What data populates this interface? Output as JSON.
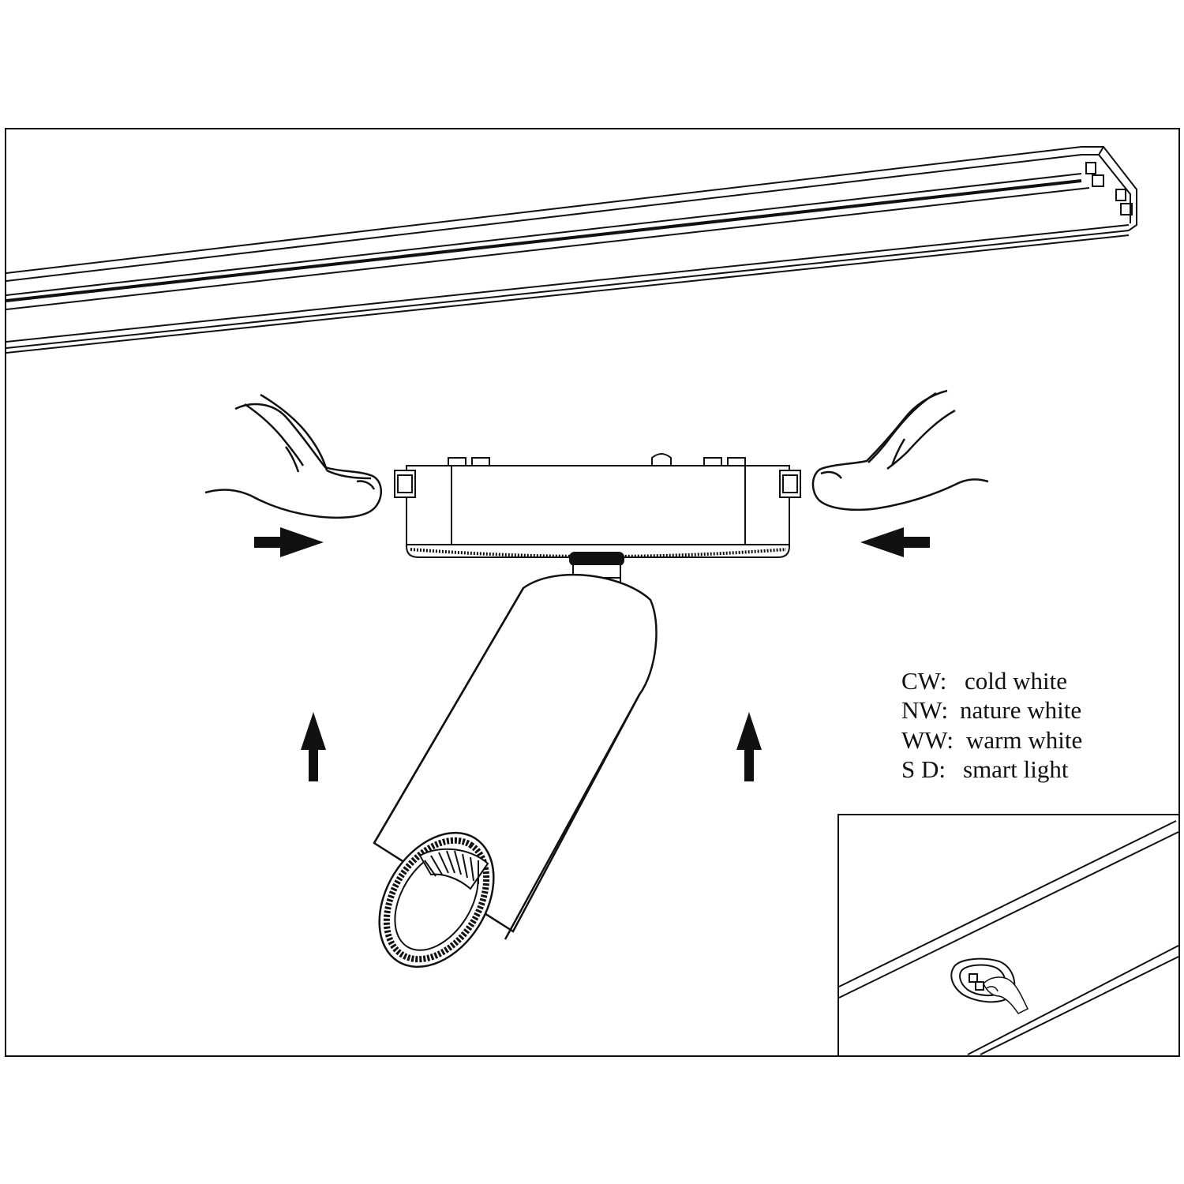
{
  "colors": {
    "ink": "#111111",
    "background": "#ffffff"
  },
  "icons": [
    "arrow-right-icon",
    "arrow-left-icon",
    "arrow-up-icon",
    "hand-icon"
  ],
  "legend": [
    {
      "code": "CW:",
      "description": "cold white"
    },
    {
      "code": "NW:",
      "description": "nature white"
    },
    {
      "code": "WW:",
      "description": "warm white"
    },
    {
      "code": "S D:",
      "description": "smart light"
    }
  ]
}
